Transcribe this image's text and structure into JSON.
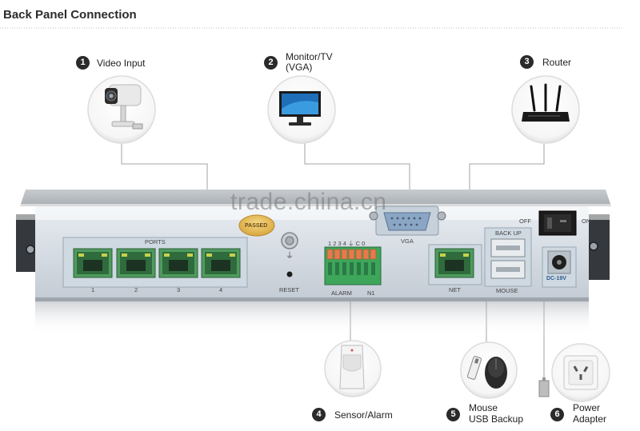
{
  "title": "Back Panel Connection",
  "watermark": "trade.china.cn",
  "colors": {
    "panel": "#d4dbe3",
    "panel_dark": "#8b939c",
    "port_green": "#4f9b5e",
    "led_yellow": "#c5d24c",
    "terminal_green": "#3ea65b",
    "terminal_orange": "#e8794c",
    "passed_gold": "#e3b64e",
    "line": "#b5b5b5"
  },
  "devices": [
    {
      "badge": "1",
      "label": "Video Input",
      "icon": "camera-icon"
    },
    {
      "badge": "2",
      "label_lines": [
        "Monitor/TV",
        "(VGA)"
      ],
      "icon": "monitor-icon"
    },
    {
      "badge": "3",
      "label": "Router",
      "icon": "router-icon"
    },
    {
      "badge": "4",
      "label": "Sensor/Alarm",
      "icon": "sensor-icon"
    },
    {
      "badge": "5",
      "label_lines": [
        "Mouse",
        "USB Backup"
      ],
      "icon": "mouse-icon"
    },
    {
      "badge": "6",
      "label_lines": [
        "Power",
        "Adapter"
      ],
      "icon": "power-outlet-icon"
    }
  ],
  "panel": {
    "ports_label": "PORTS",
    "port_numbers": [
      "1",
      "2",
      "3",
      "4"
    ],
    "passed_label": "PASSED",
    "reset_label": "RESET",
    "alarm_pins": "1 2 3 4 ⏚ C 0",
    "alarm_label": "ALARM",
    "alarm_label2": "N1",
    "vga_label": "VGA",
    "net_label": "NET",
    "backup_label": "BACK UP",
    "mouse_label": "MOUSE",
    "dc_label": "DC-19V",
    "off_label": "OFF",
    "on_label": "ON"
  }
}
